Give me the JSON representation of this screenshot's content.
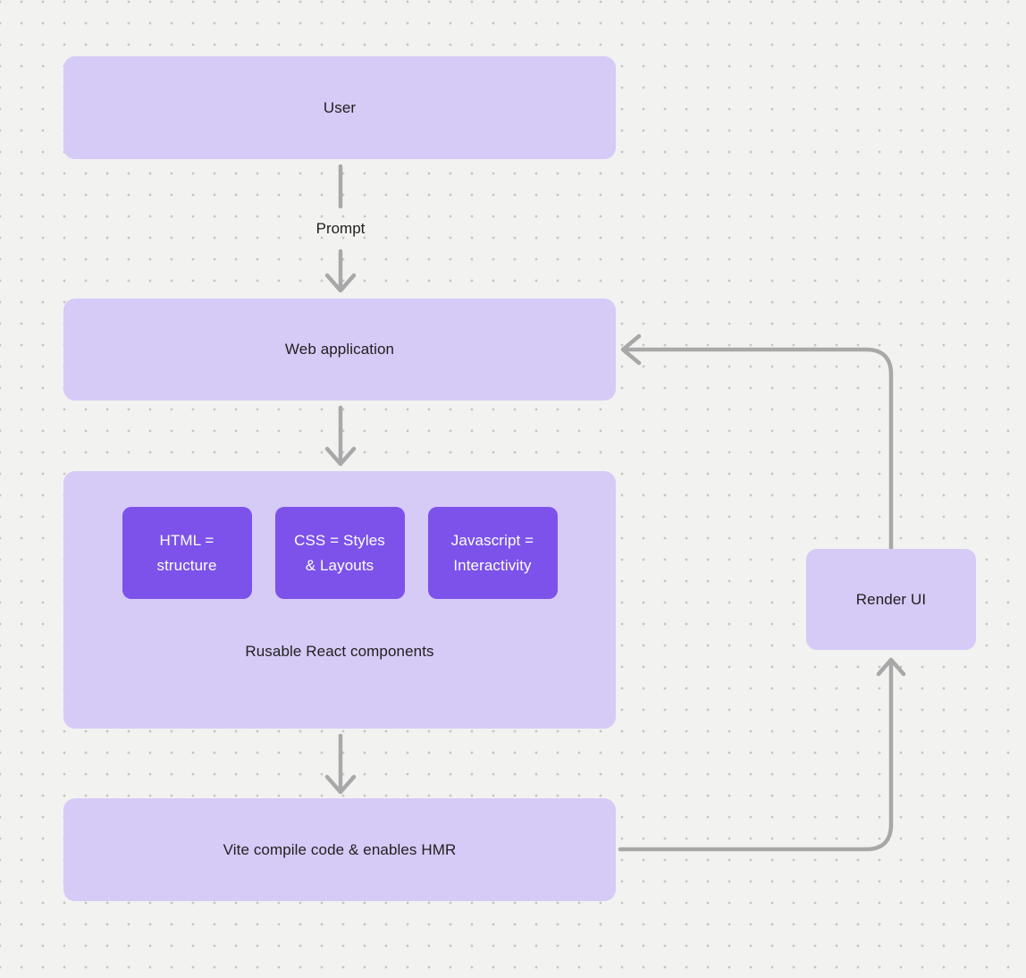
{
  "theme": {
    "background": "#f2f2f1",
    "dot_color": "#c7c6c4",
    "node_fill_light": "#d6caf6",
    "node_fill_dark": "#7c52ea",
    "connector_color": "#a8a8a8",
    "text_dark": "#222120",
    "text_light": "#ffffff"
  },
  "nodes": {
    "user": {
      "label": "User"
    },
    "web_application": {
      "label": "Web application"
    },
    "components_group": {
      "caption": "Rusable React components",
      "children": [
        {
          "label": "HTML = structure"
        },
        {
          "label": "CSS = Styles & Layouts"
        },
        {
          "label": "Javascript = Interactivity"
        }
      ]
    },
    "vite": {
      "label": "Vite compile code & enables HMR"
    },
    "render_ui": {
      "label": "Render UI"
    }
  },
  "edges": {
    "user_to_webapp": {
      "label": "Prompt"
    }
  }
}
